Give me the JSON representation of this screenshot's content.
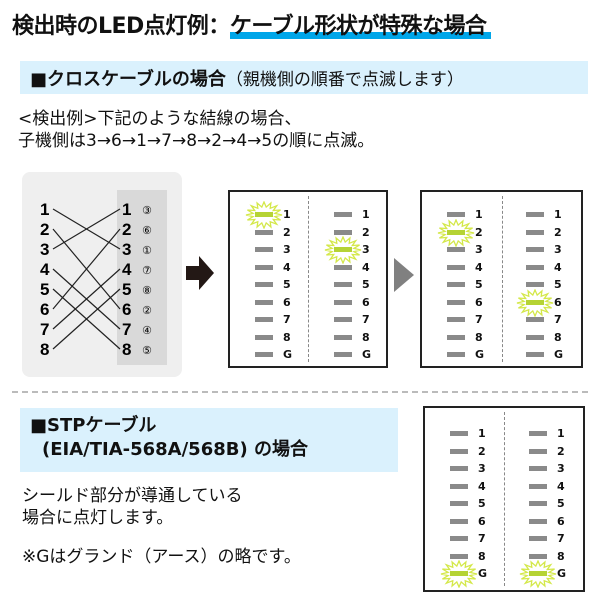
{
  "title": {
    "prefix": "検出時のLED点灯例：",
    "highlight": "ケーブル形状が特殊な場合",
    "highlight_color": "#00a6e9"
  },
  "cross_section": {
    "heading": "■クロスケーブルの場合",
    "subheading": "（親機側の順番で点滅します）",
    "description_line1": "<検出例>下記のような結線の場合、",
    "description_line2": "子機側は3→6→1→7→8→2→4→5の順に点滅。"
  },
  "wiring": {
    "left_pins": [
      "1",
      "2",
      "3",
      "4",
      "5",
      "6",
      "7",
      "8"
    ],
    "right_pins": [
      "1",
      "2",
      "3",
      "4",
      "5",
      "6",
      "7",
      "8"
    ],
    "right_circled": [
      "③",
      "⑥",
      "①",
      "⑦",
      "⑧",
      "②",
      "④",
      "⑤"
    ],
    "connections": [
      [
        1,
        3
      ],
      [
        2,
        6
      ],
      [
        3,
        1
      ],
      [
        4,
        7
      ],
      [
        5,
        8
      ],
      [
        6,
        2
      ],
      [
        7,
        4
      ],
      [
        8,
        5
      ]
    ]
  },
  "led_labels": [
    "1",
    "2",
    "3",
    "4",
    "5",
    "6",
    "7",
    "8",
    "G"
  ],
  "panels": [
    {
      "left_on": "1",
      "right_on": "3"
    },
    {
      "left_on": "2",
      "right_on": "6"
    },
    {
      "left_on": "G",
      "right_on": "G"
    }
  ],
  "colors": {
    "led_on": "#b5d334",
    "led_off": "#8a8a8a",
    "burst": "#d4e84a",
    "section_bg": "#daf1fd"
  },
  "stp_section": {
    "heading_line1": "■STPケーブル",
    "heading_line2": "(EIA/TIA-568A/568B) の場合",
    "description_line1": "シールド部分が導通している",
    "description_line2": "場合に点灯します。",
    "note": "※Gはグランド（アース）の略です。"
  }
}
